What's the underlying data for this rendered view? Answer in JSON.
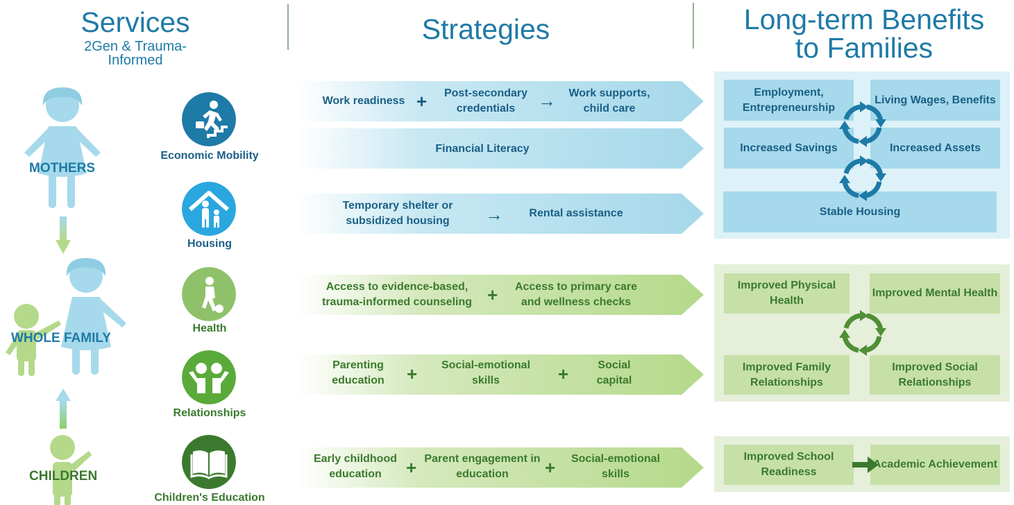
{
  "headers": {
    "services": "Services",
    "services_sub": "2Gen & Trauma-Informed",
    "strategies": "Strategies",
    "benefits_line1": "Long-term Benefits",
    "benefits_line2": "to Families"
  },
  "people": {
    "mothers": "MOTHERS",
    "whole_family": "WHOLE FAMILY",
    "children": "CHILDREN"
  },
  "services": [
    {
      "label": "Economic Mobility",
      "icon": "climbing-stairs-icon"
    },
    {
      "label": "Housing",
      "icon": "house-family-icon"
    },
    {
      "label": "Health",
      "icon": "soccer-icon"
    },
    {
      "label": "Relationships",
      "icon": "two-people-hug-icon"
    },
    {
      "label": "Children's Education",
      "icon": "open-book-icon"
    }
  ],
  "strategies": {
    "econ1": {
      "a": "Work readiness",
      "op1": "+",
      "b": "Post-secondary credentials",
      "op2": "→",
      "c": "Work supports, child care"
    },
    "econ2": {
      "a": "Financial Literacy"
    },
    "housing": {
      "a": "Temporary shelter or subsidized housing",
      "op1": "→",
      "b": "Rental assistance"
    },
    "health": {
      "a": "Access to evidence-based, trauma-informed counseling",
      "op1": "+",
      "b": "Access to primary care and wellness checks"
    },
    "relationships": {
      "a": "Parenting education",
      "op1": "+",
      "b": "Social-emotional skills",
      "op2": "+",
      "c": "Social capital"
    },
    "education": {
      "a": "Early childhood education",
      "op1": "+",
      "b": "Parent engagement in education",
      "op2": "+",
      "c": "Social-emotional skills"
    }
  },
  "benefits": {
    "employment": "Employment, Entrepreneurship",
    "living_wages": "Living Wages, Benefits",
    "savings": "Increased Savings",
    "assets": "Increased Assets",
    "stable_housing": "Stable Housing",
    "physical": "Improved Physical Health",
    "mental": "Improved Mental Health",
    "family_rel": "Improved Family Relationships",
    "social_rel": "Improved Social Relationships",
    "school": "Improved School Readiness",
    "academic": "Academic Achievement"
  },
  "colors": {
    "blue_dark": "#1a5f86",
    "blue_header": "#1e7aa6",
    "blue_light": "#a6d9eb",
    "green_dark": "#3b7a2e",
    "green_light": "#c6e0a8"
  }
}
